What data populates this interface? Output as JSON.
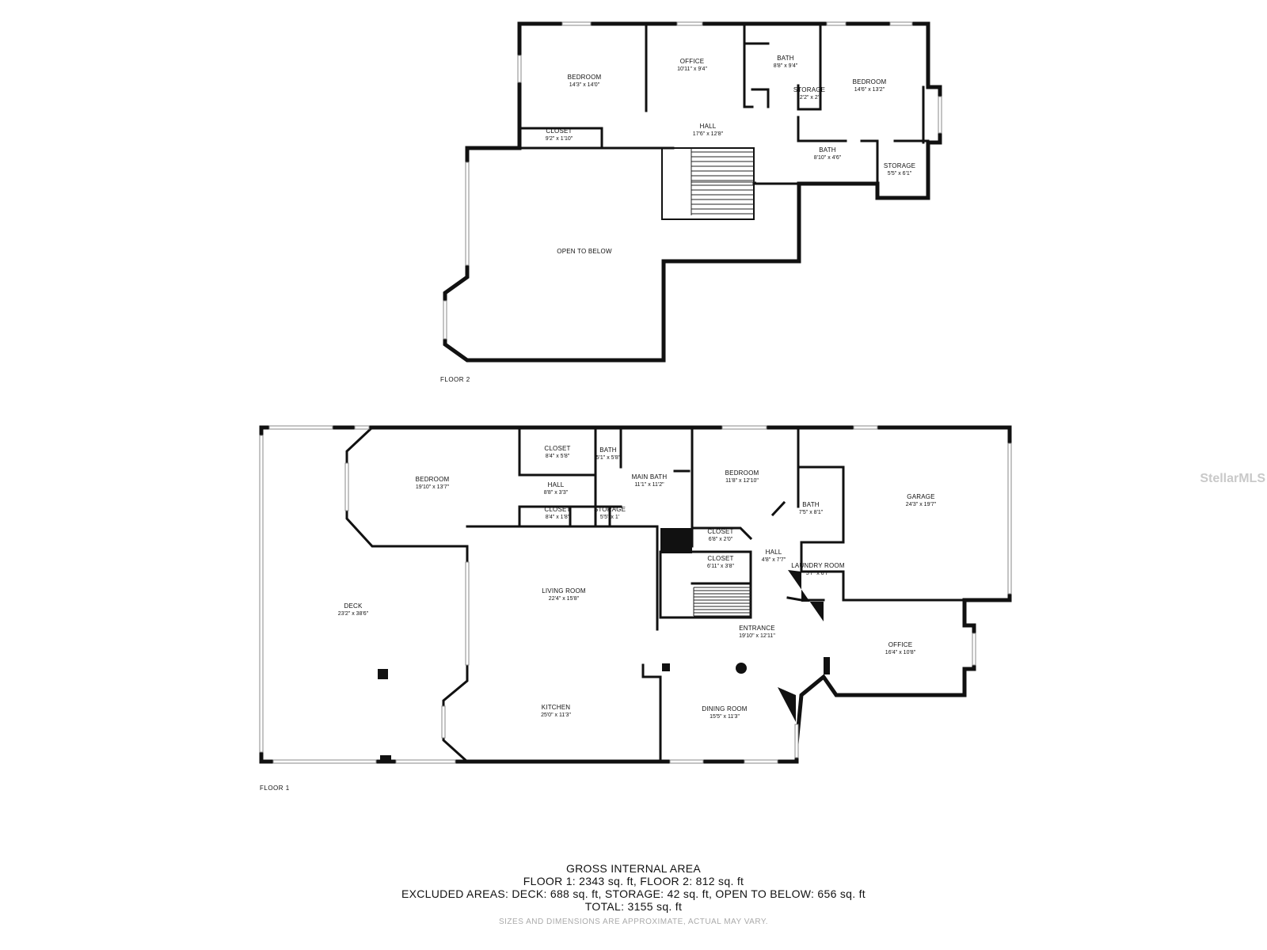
{
  "watermark": "StellarMLS",
  "floor2": {
    "label": "FLOOR 2",
    "rooms": [
      {
        "name": "BEDROOM",
        "dim": "14'3\" x 14'0\""
      },
      {
        "name": "OFFICE",
        "dim": "10'11\" x 9'4\""
      },
      {
        "name": "BATH",
        "dim": "8'8\" x 9'4\""
      },
      {
        "name": "STORAGE",
        "dim": "2'2\" x 2'"
      },
      {
        "name": "BEDROOM",
        "dim": "14'6\" x 13'2\""
      },
      {
        "name": "CLOSET",
        "dim": "9'2\" x 1'10\""
      },
      {
        "name": "HALL",
        "dim": "17'6\" x 12'8\""
      },
      {
        "name": "BATH",
        "dim": "8'10\" x 4'6\""
      },
      {
        "name": "STORAGE",
        "dim": "5'5\" x 6'1\""
      },
      {
        "name": "OPEN TO BELOW",
        "dim": ""
      }
    ]
  },
  "floor1": {
    "label": "FLOOR 1",
    "rooms": [
      {
        "name": "CLOSET",
        "dim": "8'4\" x 5'8\""
      },
      {
        "name": "BATH",
        "dim": "5'1\" x 5'8\""
      },
      {
        "name": "BEDROOM",
        "dim": "19'10\" x 13'7\""
      },
      {
        "name": "HALL",
        "dim": "8'8\" x 3'3\""
      },
      {
        "name": "MAIN BATH",
        "dim": "11'1\" x 11'2\""
      },
      {
        "name": "BEDROOM",
        "dim": "11'8\" x 12'10\""
      },
      {
        "name": "GARAGE",
        "dim": "24'3\" x 19'7\""
      },
      {
        "name": "CLOSET",
        "dim": "8'4\" x 1'8\""
      },
      {
        "name": "STORAGE",
        "dim": "5'5\" x 1'"
      },
      {
        "name": "BATH",
        "dim": "7'5\" x 8'1\""
      },
      {
        "name": "CLOSET",
        "dim": "6'8\" x 2'0\""
      },
      {
        "name": "HALL",
        "dim": "4'8\" x 7'7\""
      },
      {
        "name": "CLOSET",
        "dim": "6'11\" x 3'8\""
      },
      {
        "name": "LAUNDRY ROOM",
        "dim": "5'7\" x 6'7\""
      },
      {
        "name": "LIVING ROOM",
        "dim": "22'4\" x 15'8\""
      },
      {
        "name": "DECK",
        "dim": "23'2\" x 38'6\""
      },
      {
        "name": "ENTRANCE",
        "dim": "19'10\" x 12'11\""
      },
      {
        "name": "OFFICE",
        "dim": "16'4\" x 10'8\""
      },
      {
        "name": "KITCHEN",
        "dim": "25'0\" x 11'3\""
      },
      {
        "name": "DINING ROOM",
        "dim": "15'5\" x 11'3\""
      }
    ]
  },
  "summary": {
    "title": "GROSS INTERNAL AREA",
    "line1": "FLOOR 1: 2343 sq. ft, FLOOR 2: 812 sq. ft",
    "line2": "EXCLUDED AREAS: DECK: 688 sq. ft, STORAGE: 42 sq. ft, OPEN TO BELOW: 656 sq. ft",
    "line3": "TOTAL: 3155 sq. ft",
    "disclaimer": "SIZES AND DIMENSIONS ARE APPROXIMATE, ACTUAL MAY VARY."
  }
}
